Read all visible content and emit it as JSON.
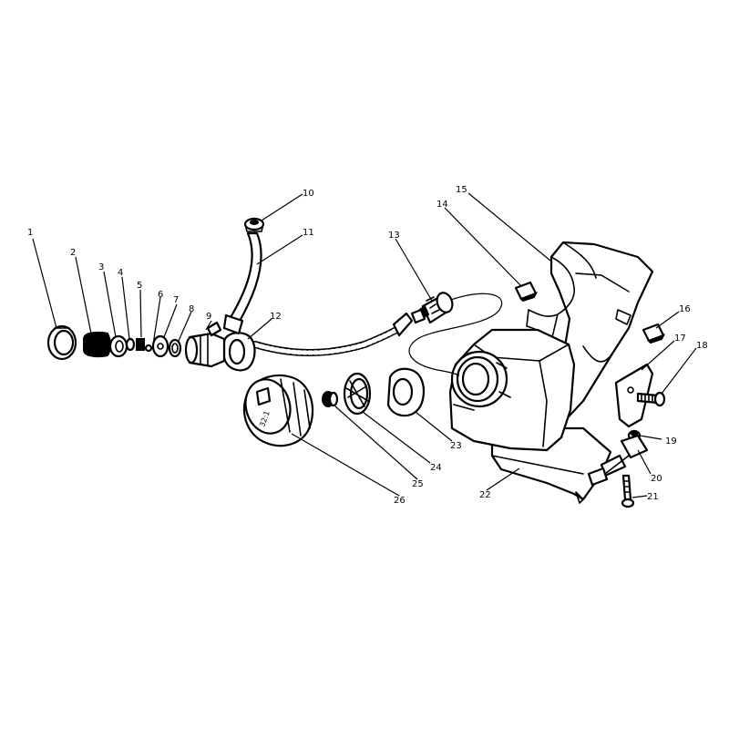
{
  "diagram": {
    "callouts": [
      {
        "id": "1",
        "label": "1"
      },
      {
        "id": "2",
        "label": "2"
      },
      {
        "id": "3",
        "label": "3"
      },
      {
        "id": "4",
        "label": "4"
      },
      {
        "id": "5",
        "label": "5"
      },
      {
        "id": "6",
        "label": "6"
      },
      {
        "id": "7",
        "label": "7"
      },
      {
        "id": "8",
        "label": "8"
      },
      {
        "id": "9",
        "label": "9"
      },
      {
        "id": "10",
        "label": "10"
      },
      {
        "id": "11",
        "label": "11"
      },
      {
        "id": "12",
        "label": "12"
      },
      {
        "id": "13",
        "label": "13"
      },
      {
        "id": "14",
        "label": "14"
      },
      {
        "id": "15",
        "label": "15"
      },
      {
        "id": "16",
        "label": "16"
      },
      {
        "id": "17",
        "label": "17"
      },
      {
        "id": "18",
        "label": "18"
      },
      {
        "id": "19",
        "label": "19"
      },
      {
        "id": "20",
        "label": "20"
      },
      {
        "id": "21",
        "label": "21"
      },
      {
        "id": "22",
        "label": "22"
      },
      {
        "id": "23",
        "label": "23"
      },
      {
        "id": "24",
        "label": "24"
      },
      {
        "id": "25",
        "label": "25"
      },
      {
        "id": "26",
        "label": "26"
      }
    ],
    "cap_marking": {
      "ratio": "32:1"
    }
  }
}
